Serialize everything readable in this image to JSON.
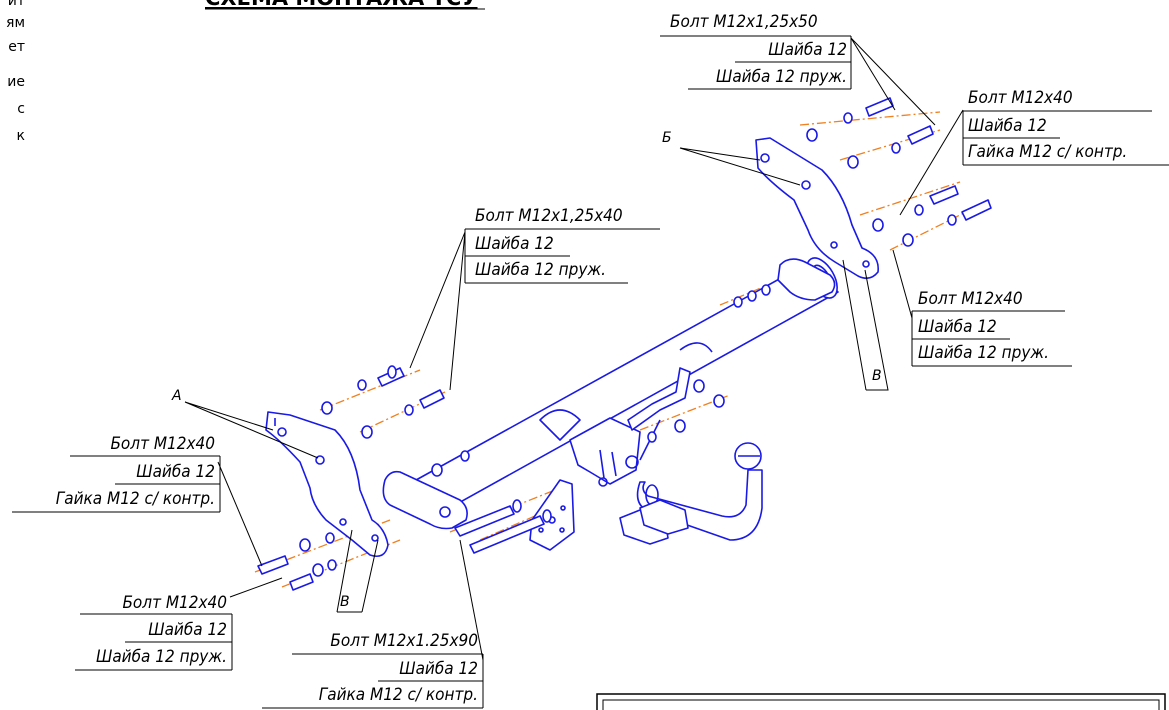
{
  "title": "СХЕМА МОНТАЖА ТСУ",
  "side_text": [
    "ит",
    "ям",
    "ет",
    "ие",
    "с",
    "к"
  ],
  "letters": {
    "a": "А",
    "b": "Б",
    "v_left": "В",
    "v_right": "В"
  },
  "callouts": {
    "top_right_upper": [
      "Болт М12х1,25х50",
      "Шайба 12",
      "Шайба 12 пруж."
    ],
    "top_right_mid": [
      "Болт М12х40",
      "Шайба 12",
      "Гайка М12 с/ контр."
    ],
    "right_lower": [
      "Болт М12х40",
      "Шайба 12",
      "Шайба 12 пруж."
    ],
    "center_upper": [
      "Болт М12х1,25х40",
      "Шайба 12",
      "Шайба 12 пруж."
    ],
    "left_mid": [
      "Болт М12х40",
      "Шайба 12",
      "Гайка М12 с/ контр."
    ],
    "left_lower": [
      "Болт М12х40",
      "Шайба 12",
      "Шайба 12 пруж."
    ],
    "bottom_center": [
      "Болт М12х1.25х90",
      "Шайба 12",
      "Гайка М12 с/ контр."
    ]
  },
  "colors": {
    "part_outline": "#1a1ae6",
    "center_axis": "#f08020",
    "leader": "#000000"
  }
}
